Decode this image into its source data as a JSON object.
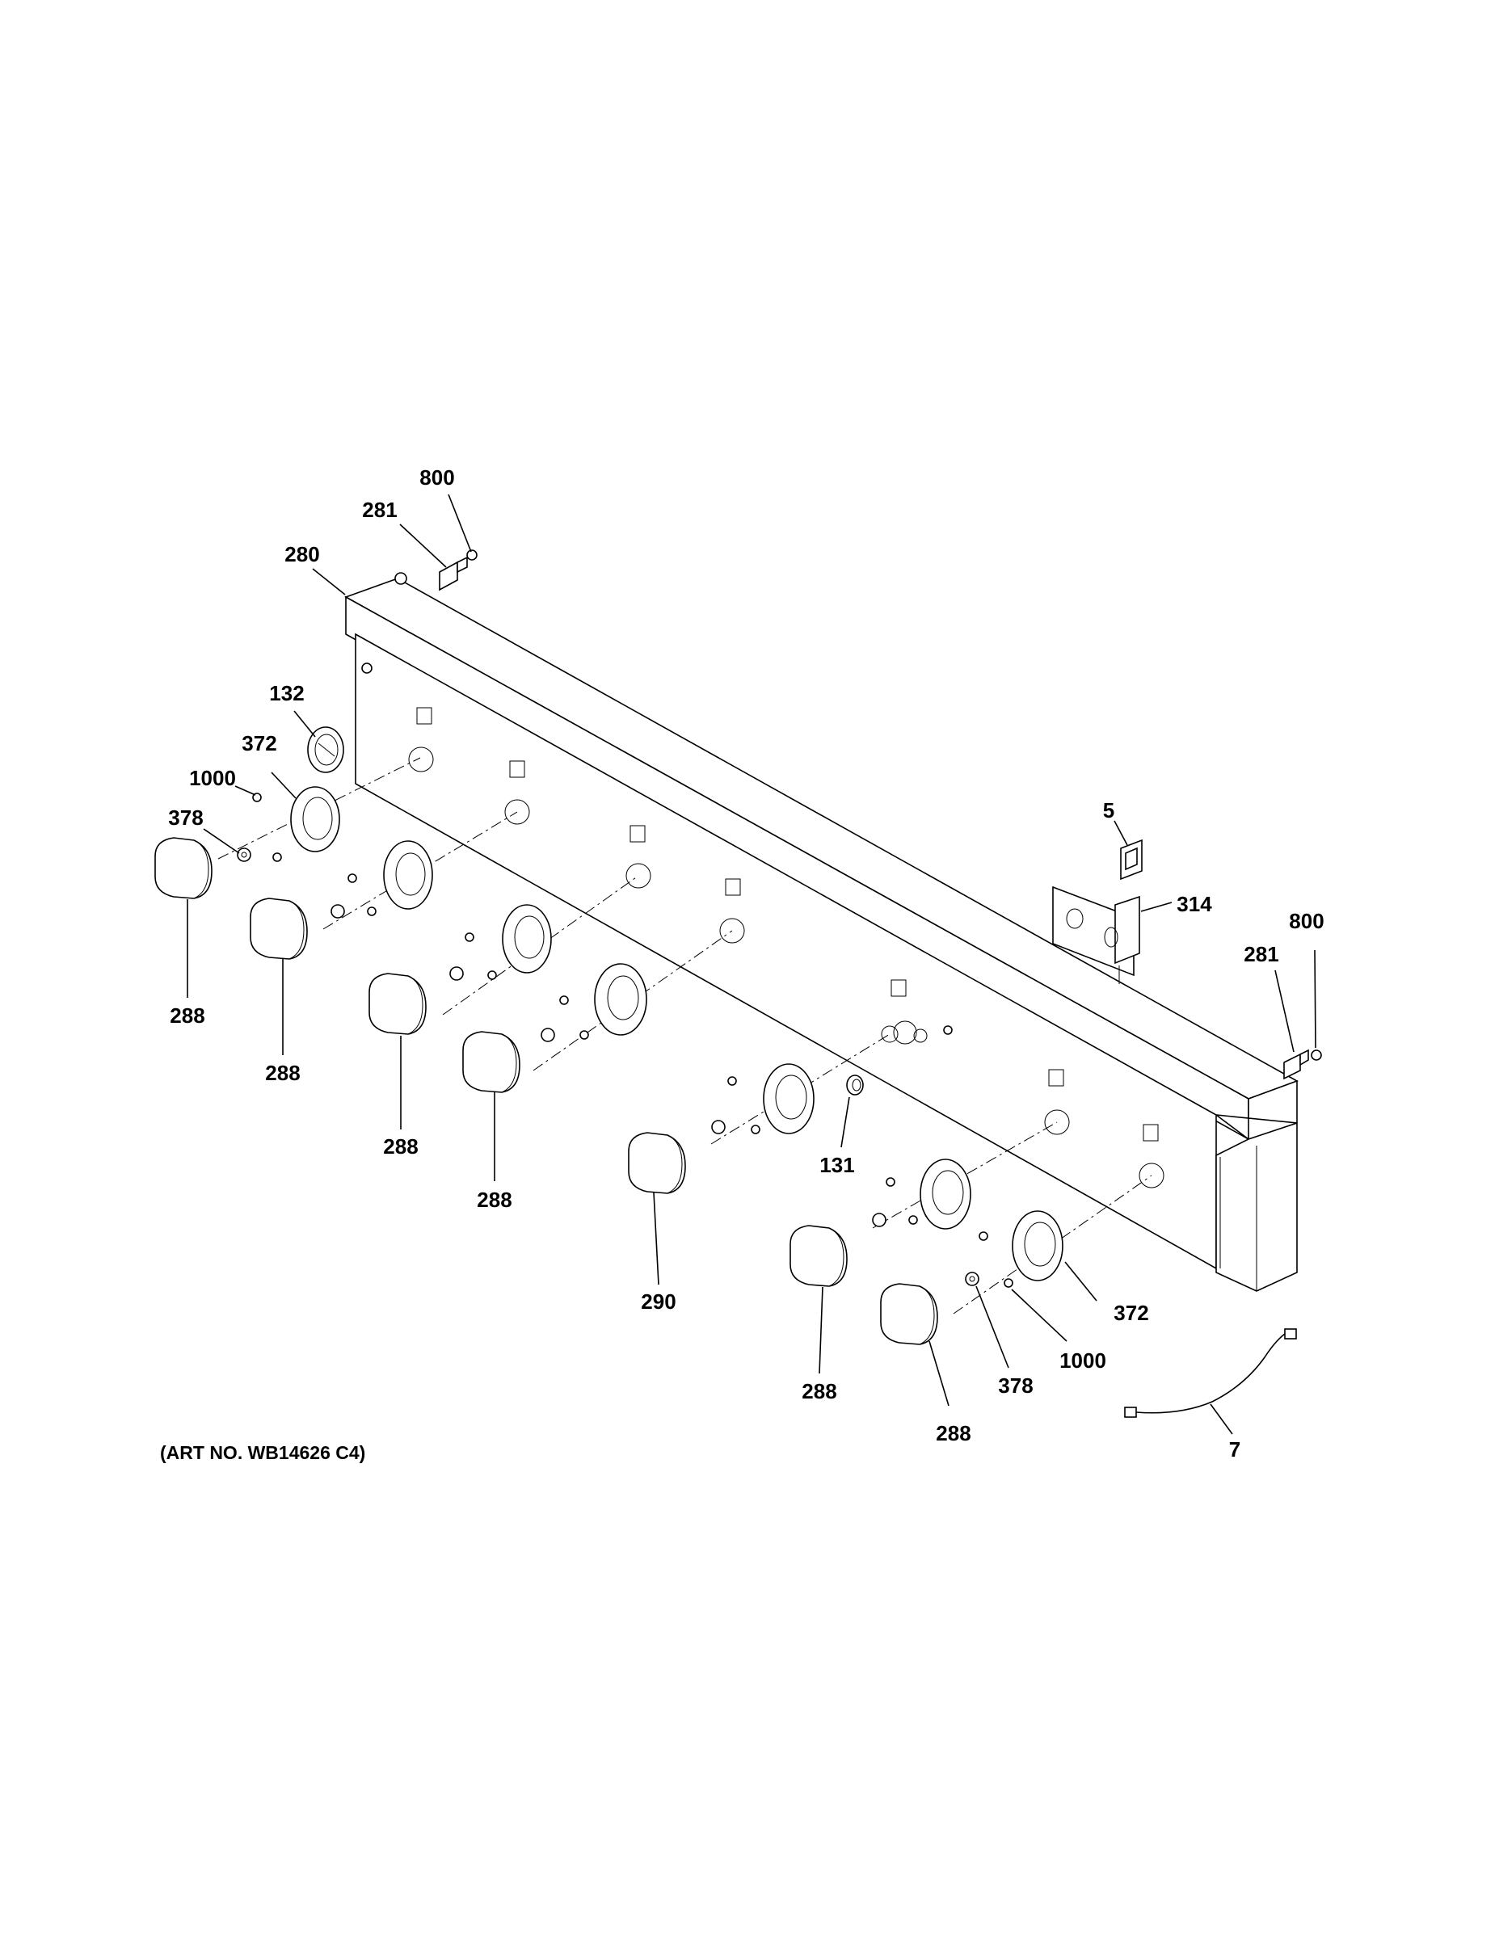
{
  "caption": "(ART NO. WB14626 C4)",
  "callouts": {
    "c800_top": "800",
    "c281_top": "281",
    "c280": "280",
    "c132": "132",
    "c372_left": "372",
    "c1000_left": "1000",
    "c378_left": "378",
    "c288_a": "288",
    "c288_b": "288",
    "c288_c": "288",
    "c288_d": "288",
    "c290": "290",
    "c131": "131",
    "c288_e": "288",
    "c288_f": "288",
    "c378_right": "378",
    "c1000_right": "1000",
    "c372_right": "372",
    "c7": "7",
    "c5": "5",
    "c314": "314",
    "c281_right": "281",
    "c800_right": "800"
  },
  "colors": {
    "ink": "#000000",
    "background": "#ffffff"
  }
}
